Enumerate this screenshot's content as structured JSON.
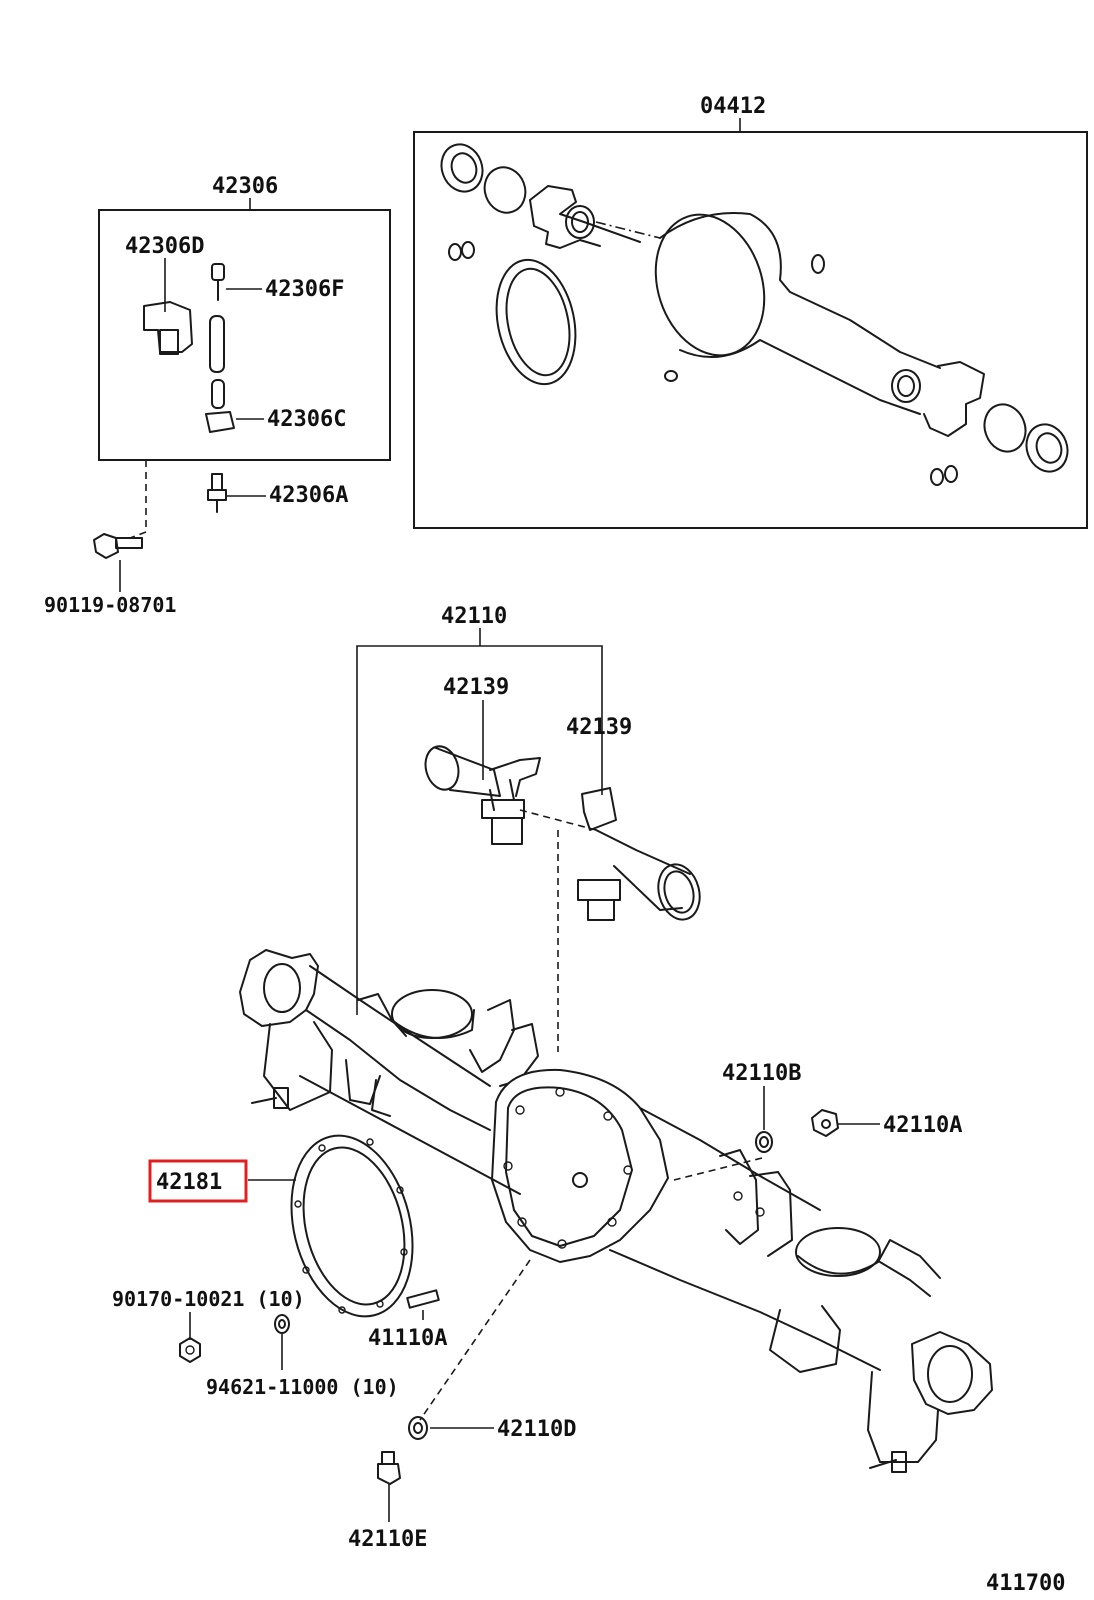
{
  "diagram_id": "411700",
  "colors": {
    "ink": "#1a1a1a",
    "highlight": "#e02020"
  },
  "highlighted_part": "42181",
  "labels": {
    "kit_04412": "04412",
    "group_42306": "42306",
    "p42306D": "42306D",
    "p42306F": "42306F",
    "p42306C": "42306C",
    "p42306A": "42306A",
    "p90119": "90119-08701",
    "group_42110": "42110",
    "p42139_left": "42139",
    "p42139_right": "42139",
    "p42110B": "42110B",
    "p42110A": "42110A",
    "p42181": "42181",
    "p90170": "90170-10021 (10)",
    "p41110A": "41110A",
    "p94621": "94621-11000 (10)",
    "p42110D": "42110D",
    "p42110E": "42110E"
  }
}
